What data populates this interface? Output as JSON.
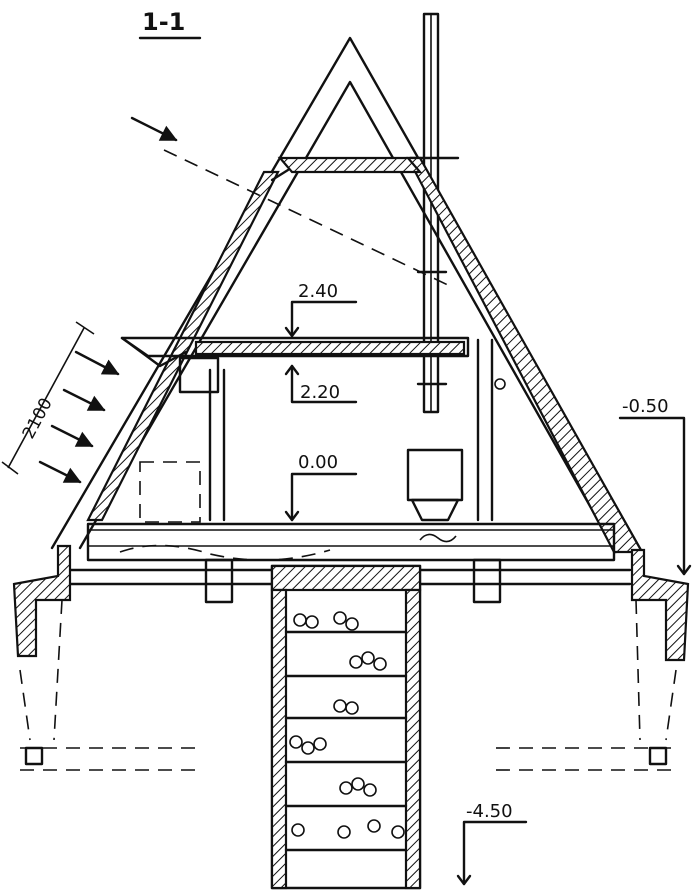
{
  "section_label": "1-1",
  "levels": {
    "ceiling_top": "2.40",
    "ceiling_bottom": "2.20",
    "floor": "0.00",
    "ground": "-0.50",
    "foundation_bottom": "-4.50"
  },
  "dimension_2100": "2100",
  "sun_arrows": 4
}
